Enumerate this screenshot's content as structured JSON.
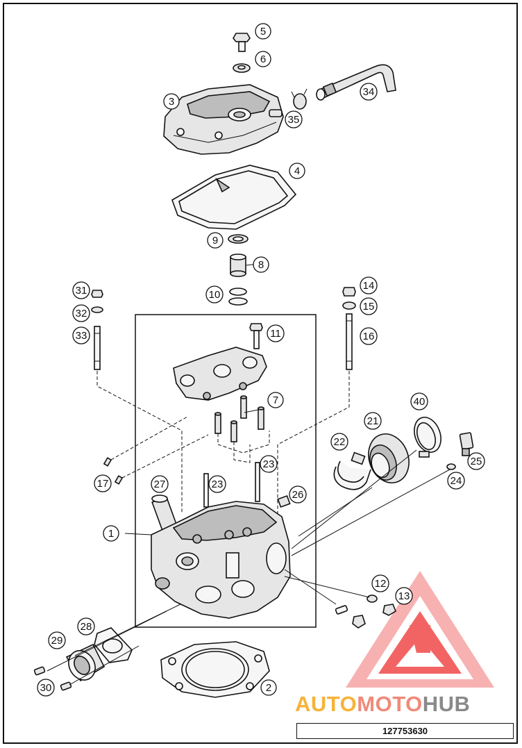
{
  "labels": [
    "1",
    "2",
    "3",
    "4",
    "5",
    "6",
    "7",
    "8",
    "9",
    "10",
    "11",
    "12",
    "13",
    "14",
    "15",
    "16",
    "17",
    "21",
    "22",
    "23",
    "24",
    "25",
    "26",
    "27",
    "28",
    "29",
    "30",
    "31",
    "32",
    "33",
    "34",
    "35",
    "40"
  ],
  "callouts_extra": {
    "label_23b": "23"
  },
  "brand": {
    "part1": "AUTO",
    "part2": "MOTO",
    "part3": "HUB"
  },
  "reference_number": "127753630",
  "colors": {
    "logo_red": "#f04a4a",
    "logo_pink": "#f6a4a4",
    "logo_orange": "#f6b33a",
    "line": "#111111"
  }
}
